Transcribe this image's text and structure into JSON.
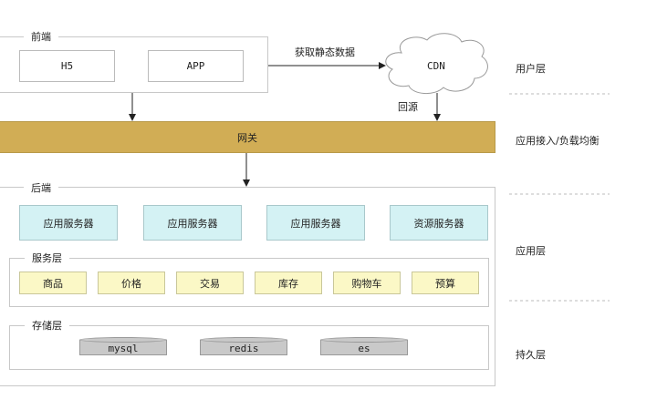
{
  "frontend": {
    "label": "前端",
    "items": [
      "H5",
      "APP"
    ]
  },
  "edge_labels": {
    "static_data": "获取静态数据",
    "origin_pull": "回源"
  },
  "cdn": {
    "label": "CDN"
  },
  "gateway": {
    "label": "网关",
    "color": "#d1ad55"
  },
  "backend": {
    "label": "后端",
    "servers": [
      "应用服务器",
      "应用服务器",
      "应用服务器",
      "资源服务器"
    ],
    "service_layer": {
      "label": "服务层",
      "items": [
        "商品",
        "价格",
        "交易",
        "库存",
        "购物车",
        "预算"
      ]
    },
    "storage_layer": {
      "label": "存储层",
      "items": [
        "mysql",
        "redis",
        "es"
      ]
    }
  },
  "layers": [
    "用户层",
    "应用接入/负载均衡",
    "应用层",
    "持久层"
  ]
}
